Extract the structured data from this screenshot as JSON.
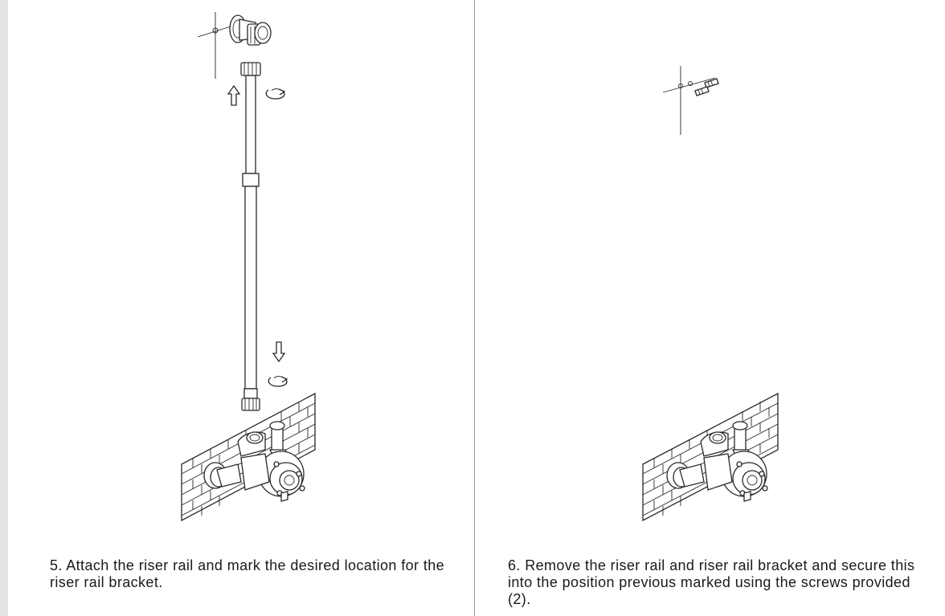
{
  "steps": [
    {
      "number": "5.",
      "text": "Attach the riser rail and mark the desired location for the riser rail bracket."
    },
    {
      "number": "6.",
      "text": "Remove the riser rail and riser rail bracket and secure this into the position previous marked using the screws provided (2)."
    }
  ],
  "icons": {
    "arrow_up": "up-arrow-icon",
    "arrow_down": "down-arrow-icon",
    "rotate": "rotate-icon"
  }
}
